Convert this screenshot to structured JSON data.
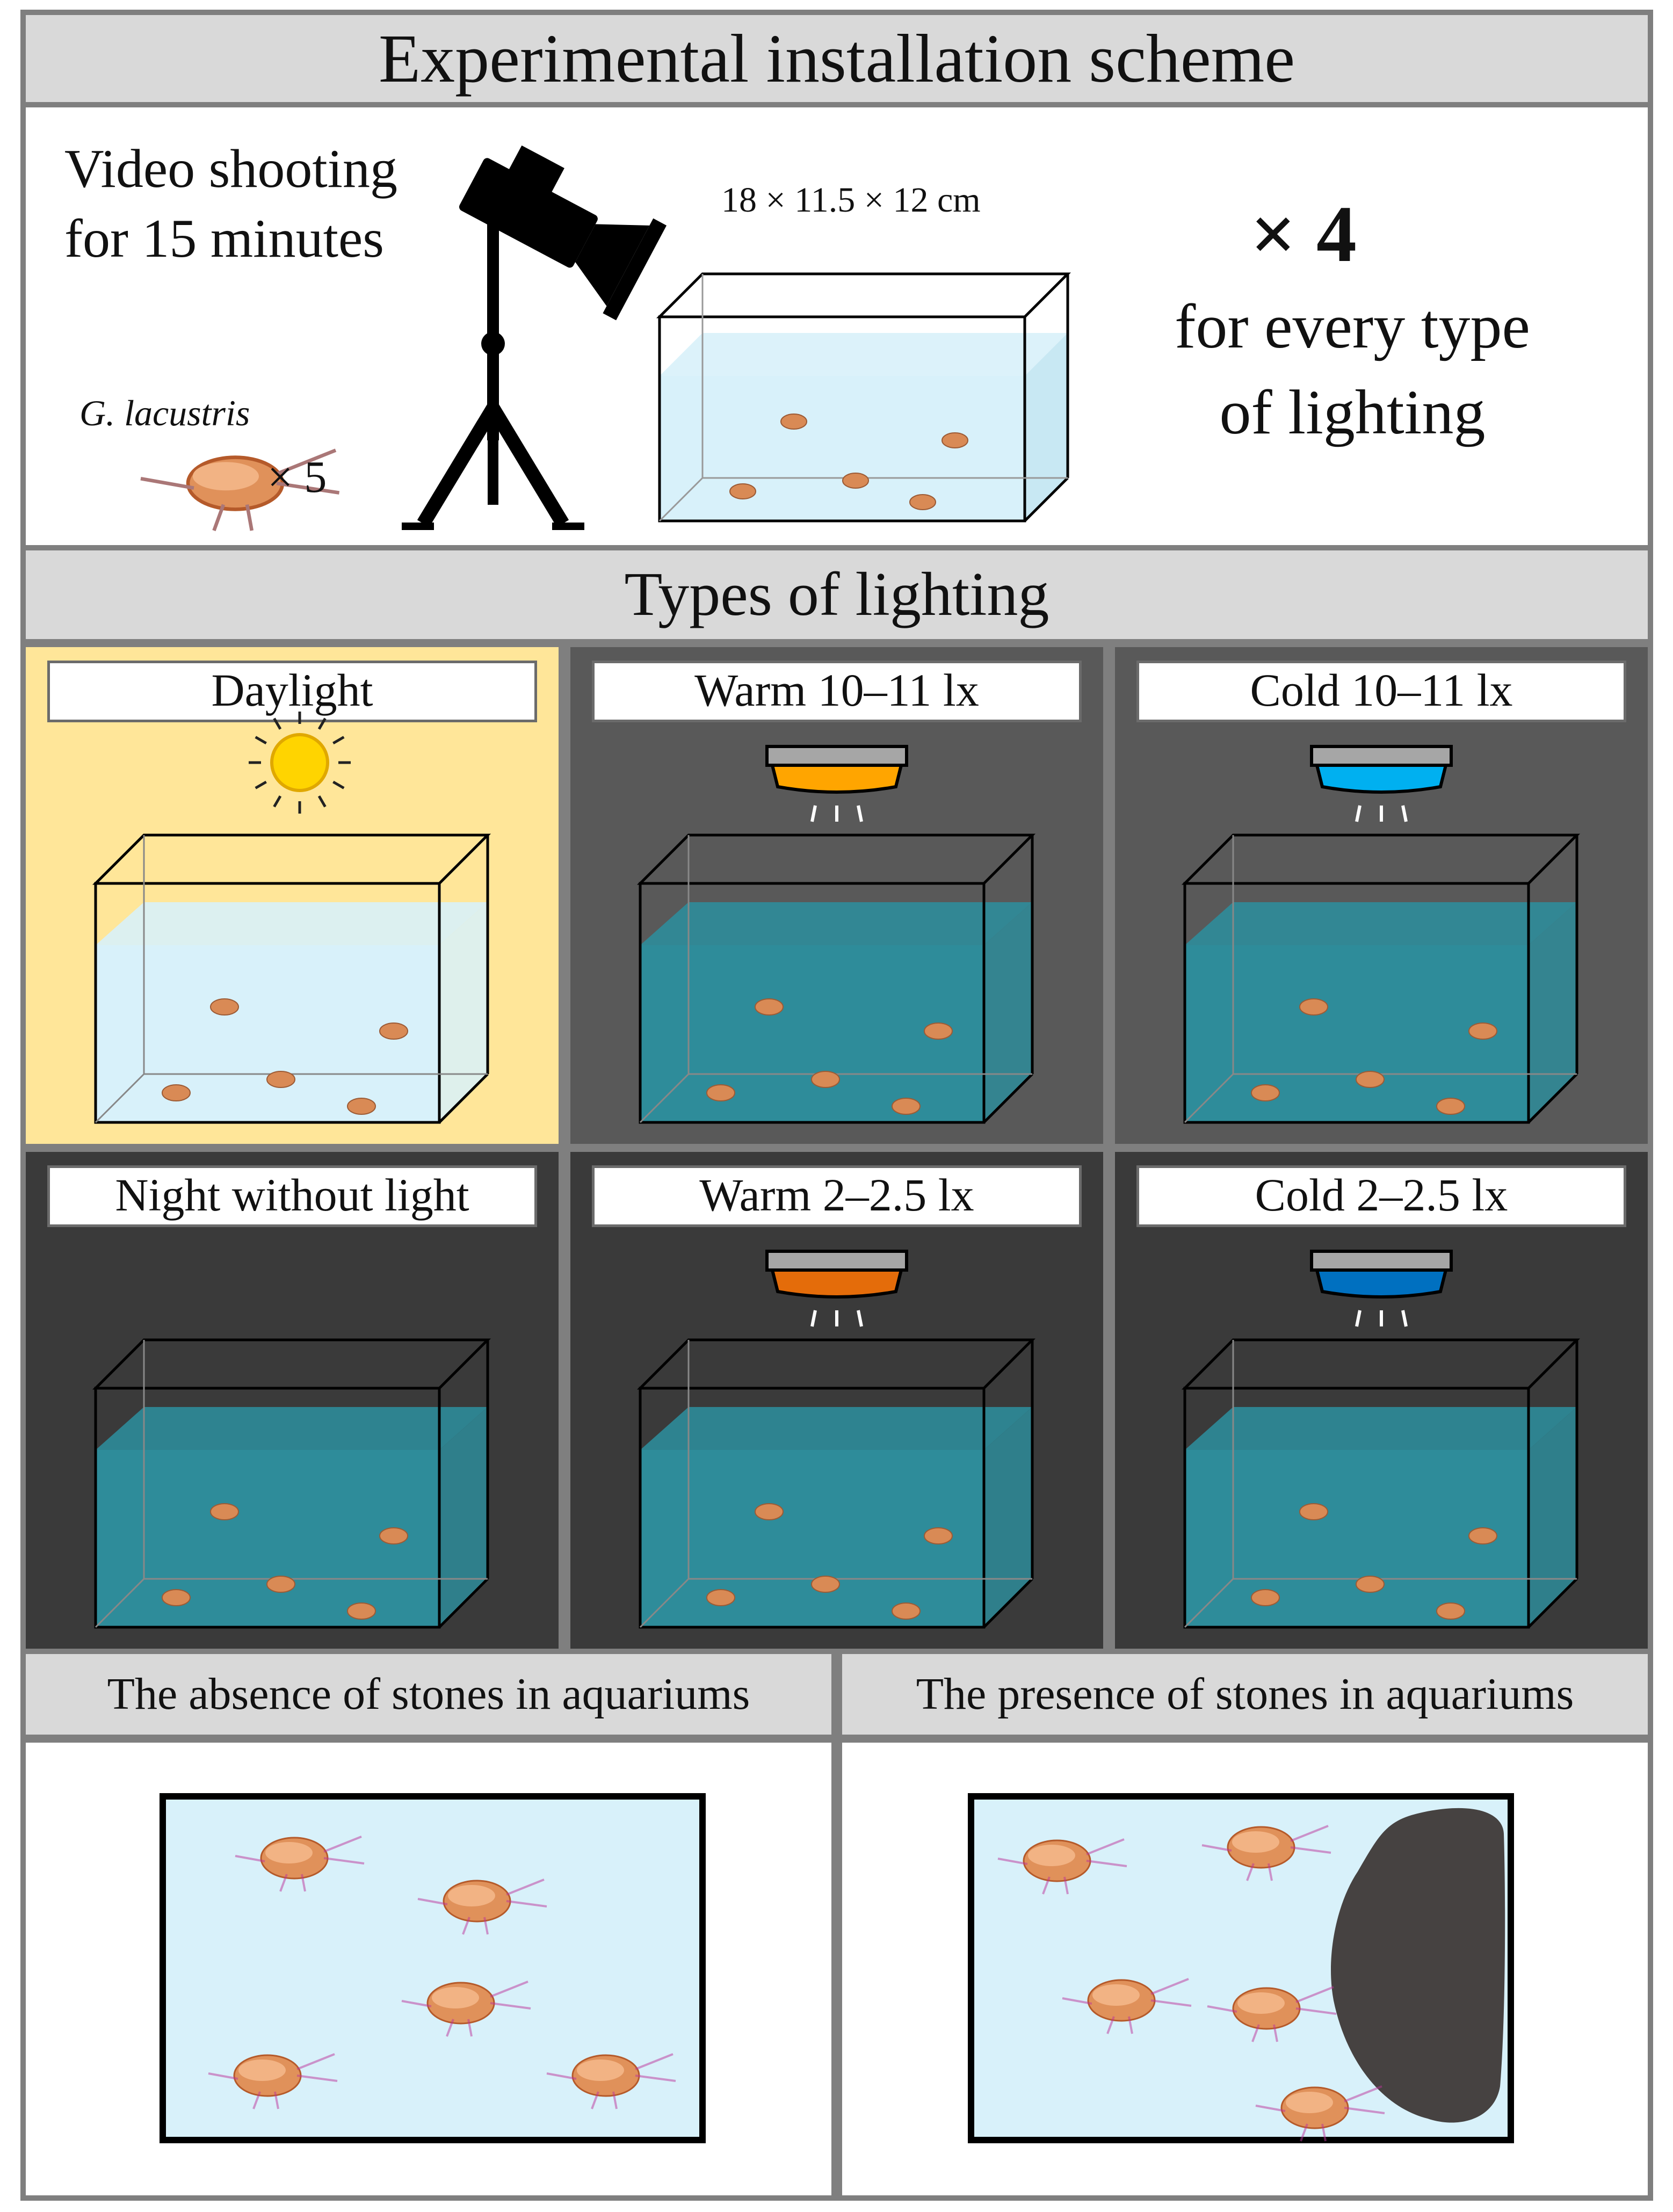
{
  "header": {
    "title": "Experimental installation scheme"
  },
  "setup": {
    "video_line1": "Video shooting",
    "video_line2": "for 15 minutes",
    "species": "G. lacustris",
    "species_count": "× 5",
    "tank_dims": "18 × 11.5 × 12 cm",
    "replicates": "× 4",
    "replicates_line1": "for every type",
    "replicates_line2": "of lighting"
  },
  "lighting": {
    "title": "Types of lighting",
    "panels": [
      {
        "label": "Daylight",
        "bg": "#ffe699",
        "water": "#d8f1fa",
        "source": "sun-icon"
      },
      {
        "label": "Warm 10–11 lx",
        "bg": "#595959",
        "water": "#2e8c9a",
        "source": "lamp-icon",
        "lamp_color": "#ffa500"
      },
      {
        "label": "Cold 10–11 lx",
        "bg": "#595959",
        "water": "#2e8c9a",
        "source": "lamp-icon",
        "lamp_color": "#00b0f0"
      },
      {
        "label": "Night without light",
        "bg": "#3a3a3a",
        "water": "#2e8c9a",
        "source": "none"
      },
      {
        "label": "Warm 2–2.5 lx",
        "bg": "#3a3a3a",
        "water": "#2e8c9a",
        "source": "lamp-icon",
        "lamp_color": "#e46c0a"
      },
      {
        "label": "Cold 2–2.5 lx",
        "bg": "#3a3a3a",
        "water": "#2e8c9a",
        "source": "lamp-icon",
        "lamp_color": "#0070c0"
      }
    ]
  },
  "stones": {
    "absence_label": "The absence of stones in aquariums",
    "presence_label": "The presence of stones in aquariums",
    "aquarium_color": "#d8f1fa",
    "stone_color": "#464241"
  }
}
